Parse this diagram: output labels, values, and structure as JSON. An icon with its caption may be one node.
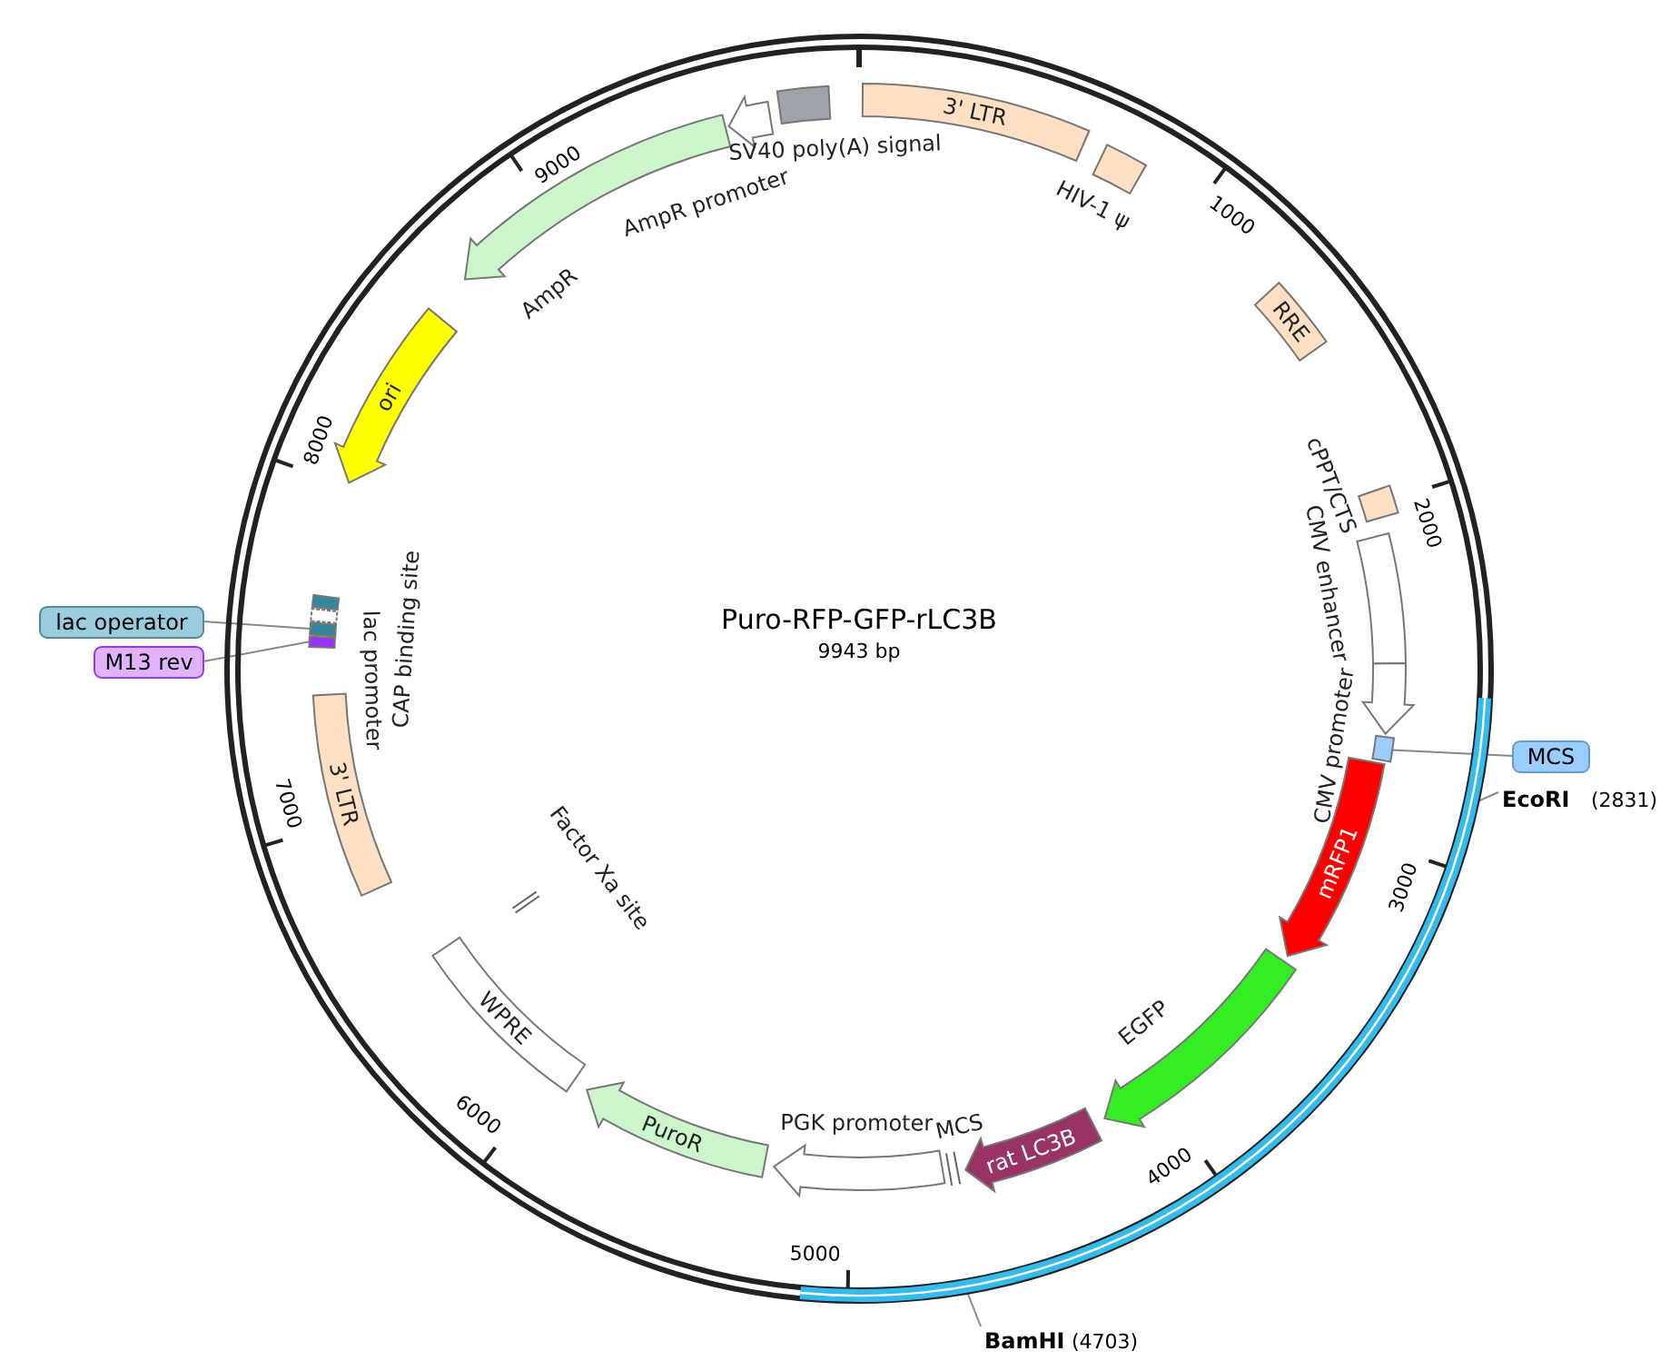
{
  "diagram": {
    "title": "Puro-RFP-GFP-rLC3B",
    "caption": "9943 bp",
    "nodes": [
      {
        "text": [
          "3' LTR"
        ]
      },
      {
        "text": [
          "HIV-1 ψ"
        ]
      },
      {
        "text": [
          "RRE"
        ]
      },
      {
        "text": [
          "cPPT/CTS"
        ]
      },
      {
        "text": [
          "CMV enhancer"
        ]
      },
      {
        "text": [
          "CMV promoter"
        ]
      },
      {
        "text": [],
        "shape": "box"
      },
      {
        "text": [
          "mRFP1"
        ]
      },
      {
        "text": [
          "EGFP"
        ]
      },
      {
        "text": [
          "rat LC3B"
        ]
      },
      {
        "text": [
          "MCS"
        ]
      },
      {
        "text": [
          "PGK promoter"
        ]
      },
      {
        "text": [
          "PuroR"
        ]
      },
      {
        "text": [
          "WPRE"
        ]
      },
      {
        "text": [
          "Factor Xa site"
        ]
      },
      {
        "text": [
          "3' LTR"
        ]
      },
      {
        "text": [],
        "shape": "box"
      },
      {
        "text": [],
        "shape": "box"
      },
      {
        "text": [
          "lac promoter"
        ]
      },
      {
        "text": [
          "CAP binding site"
        ]
      },
      {
        "text": [
          "ori"
        ]
      },
      {
        "text": [
          "AmpR"
        ]
      },
      {
        "text": [
          "AmpR promoter"
        ]
      },
      {
        "text": [
          "SV40 poly(A) signal"
        ]
      },
      {
        "text": [
          "MCS"
        ]
      },
      {
        "text": [
          "EcoRI"
        ],
        "beside": [
          "(2831)"
        ]
      },
      {
        "text": [
          "BamHI"
        ],
        "beside": [
          "(4703)"
        ]
      },
      {
        "text": [
          "lac operator"
        ]
      },
      {
        "text": [
          "M13 rev"
        ]
      }
    ],
    "edges": [
      {
        "from": 24,
        "to": 6,
        "arrow": "none"
      },
      {
        "from": 25,
        "to": null,
        "arrow": "none"
      },
      {
        "from": 26,
        "to": null,
        "arrow": "none"
      },
      {
        "from": 27,
        "to": 17,
        "arrow": "none"
      },
      {
        "from": 28,
        "to": 16,
        "arrow": "none"
      }
    ],
    "labels": [
      "1000",
      "2000",
      "3000",
      "4000",
      "5000",
      "6000",
      "7000",
      "8000",
      "9000"
    ]
  }
}
